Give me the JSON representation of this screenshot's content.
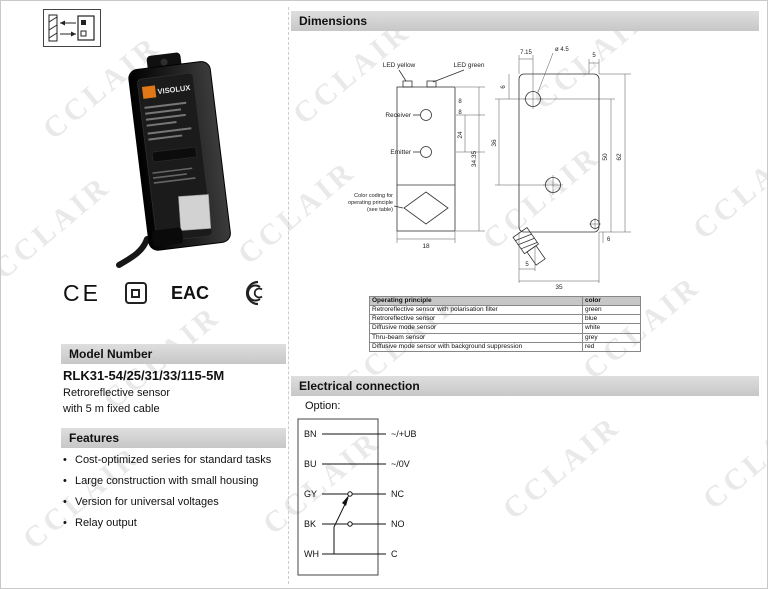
{
  "page": {
    "watermark": "CCLAIR"
  },
  "product": {
    "brand": "VISOLUX"
  },
  "sections": {
    "dimensions": "Dimensions",
    "electrical": "Electrical connection",
    "model_number": "Model Number",
    "features": "Features"
  },
  "model": {
    "number": "RLK31-54/25/31/33/115-5M",
    "line1": "Retroreflective sensor",
    "line2": "with 5 m fixed cable"
  },
  "features": {
    "items": [
      "Cost-optimized series for standard tasks",
      "Large construction with small housing",
      "Version for universal voltages",
      "Relay output"
    ]
  },
  "certifications": {
    "ce": "CE",
    "eac": "EAC",
    "ccc": "CCC"
  },
  "dimensions": {
    "labels": {
      "led_yellow": "LED yellow",
      "led_green": "LED green",
      "receiver": "Receiver",
      "emitter": "Emitter",
      "color_coding_1": "Color coding for",
      "color_coding_2": "operating principle",
      "color_coding_3": "(see table)"
    },
    "front": {
      "w": "18",
      "d24": "24",
      "d3435": "34.35",
      "d8a": "8",
      "d8b": "8"
    },
    "side": {
      "d715": "7.15",
      "hole": "ø 4.5",
      "d5t": "5",
      "d6l": "6",
      "d36": "36",
      "d50": "50",
      "d62": "62",
      "d6b": "6",
      "d5b": "5",
      "d35": "35"
    },
    "table": {
      "col1": "Operating principle",
      "col2": "color",
      "rows": [
        {
          "principle": "Retroreflective sensor with polarisation filter",
          "color": "green"
        },
        {
          "principle": "Retroreflective sensor",
          "color": "blue"
        },
        {
          "principle": "Diffusive mode sensor",
          "color": "white"
        },
        {
          "principle": "Thru-beam sensor",
          "color": "grey"
        },
        {
          "principle": "Diffusive mode sensor with background suppression",
          "color": "red"
        }
      ]
    }
  },
  "electrical": {
    "option": "Option:",
    "wires": [
      {
        "terminal": "BN",
        "signal": "~/+UB"
      },
      {
        "terminal": "BU",
        "signal": "~/0V"
      },
      {
        "terminal": "GY",
        "signal": "NC"
      },
      {
        "terminal": "BK",
        "signal": "NO"
      },
      {
        "terminal": "WH",
        "signal": "C"
      }
    ]
  }
}
